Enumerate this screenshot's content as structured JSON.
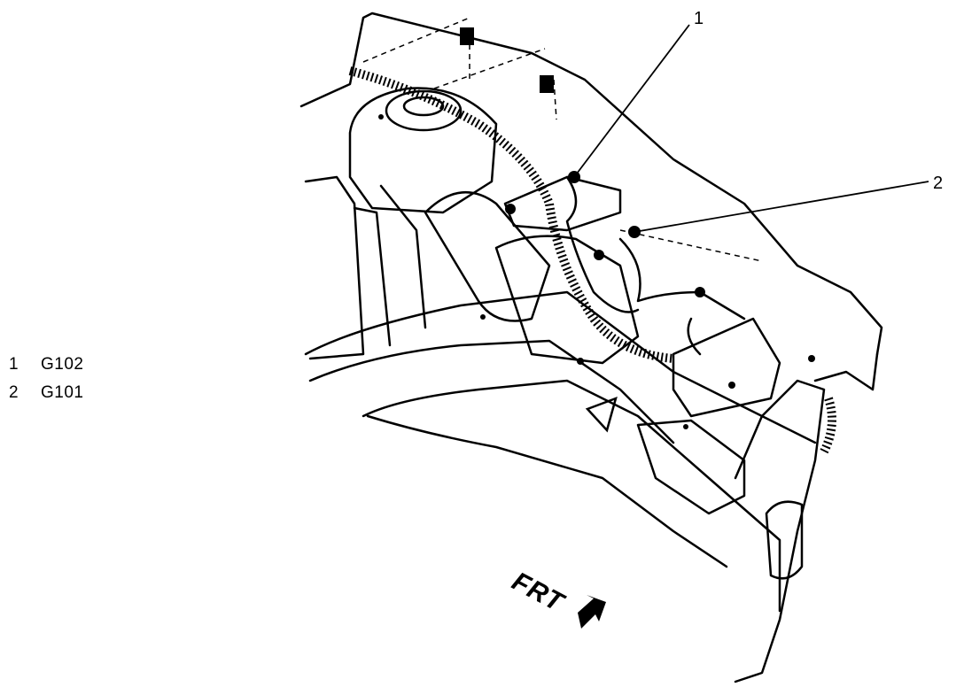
{
  "legend": [
    {
      "num": "1",
      "code": "G102"
    },
    {
      "num": "2",
      "code": "G101"
    }
  ],
  "callouts": {
    "one": "1",
    "two": "2"
  },
  "direction_label": "FRT",
  "colors": {
    "line": "#000000",
    "background": "#ffffff"
  }
}
